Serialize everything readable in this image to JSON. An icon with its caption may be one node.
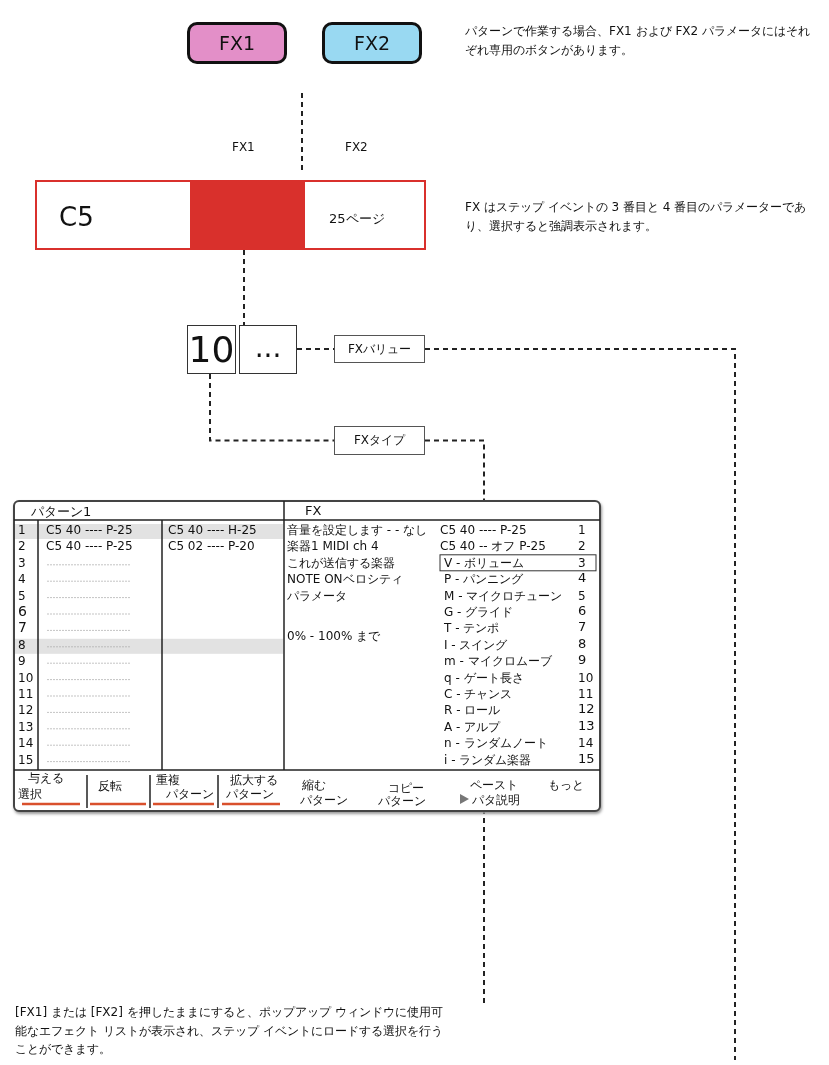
{
  "diagram": {
    "nodes": [
      {
        "text": [
          "FX1"
        ]
      },
      {
        "text": [
          "FX2"
        ]
      },
      {
        "text": [
          "C5",
          "25ページ"
        ]
      },
      {
        "text": [
          "10"
        ]
      },
      {
        "text": [
          "..."
        ]
      },
      {
        "text": [
          "FXバリュー"
        ]
      },
      {
        "text": [
          "FXタイプ"
        ]
      },
      {
        "text": [
          "パターン1",
          "FX"
        ]
      },
      {
        "text": [
          "[FX1] または [FX2] を押したままにすると、ポップアップ ウィンドウに使用可能なエフェクト リストが表示され、ステップ イベントにロードする選択を行うことができます。"
        ]
      }
    ],
    "edges": [
      {
        "from": 2,
        "to": 4,
        "arrow": "none",
        "style": "dashed"
      },
      {
        "from": 4,
        "to": 5,
        "arrow": "none",
        "style": "dashed"
      },
      {
        "from": 3,
        "to": 6,
        "arrow": "none",
        "style": "dashed"
      },
      {
        "from": 6,
        "to": 7,
        "arrow": "none",
        "style": "dashed"
      },
      {
        "from": 7,
        "to": 8,
        "arrow": "none",
        "style": "dashed"
      },
      {
        "from": 5,
        "to": null,
        "arrow": "none",
        "style": "dashed"
      }
    ],
    "labels": [
      "パターンで作業する場合、FX1 および FX2 パラメータにはそれぞれ専用のボタンがあります。",
      "FX1",
      "FX2",
      "FX はステップ イベントの 3 番目と 4 番目のパラメーターであり、選択すると強調表示されます。",
      "1",
      "C5 40 ---- P-25",
      "C5 40 ---- H-25",
      "音量を設定します - - なし",
      "C5 40 ---- P-25",
      "1",
      "2",
      "C5 40 ---- P-25",
      "C5 02 ---- P-20",
      "楽器1 MIDI ch 4",
      "C5 40 -- オフ P-25",
      "2",
      "3",
      "これが送信する楽器",
      "V - ボリューム",
      "3",
      "4",
      "NOTE ONベロシティ",
      "P - パンニング",
      "4",
      "5",
      "パラメータ",
      "M - マイクロチューン",
      "5",
      "6",
      "G - グライド",
      "6",
      "7",
      "0% - 100% まで",
      "T - テンポ",
      "7",
      "8",
      "I - スイング",
      "8",
      "9",
      "m - マイクロムーブ",
      "9",
      "10",
      "q - ゲート長さ",
      "10",
      "11",
      "C - チャンス",
      "11",
      "12",
      "R - ロール",
      "12",
      "13",
      "A - アルプ",
      "13",
      "14",
      "n - ランダムノート",
      "14",
      "15",
      "i - ランダム楽器",
      "15",
      "与える",
      "選択",
      "反転",
      "重複",
      "パターン",
      "拡大する",
      "パターン",
      "縮む",
      "パターン",
      "コピー",
      "パターン",
      "ペースト",
      "パタ説明",
      "もっと"
    ]
  }
}
